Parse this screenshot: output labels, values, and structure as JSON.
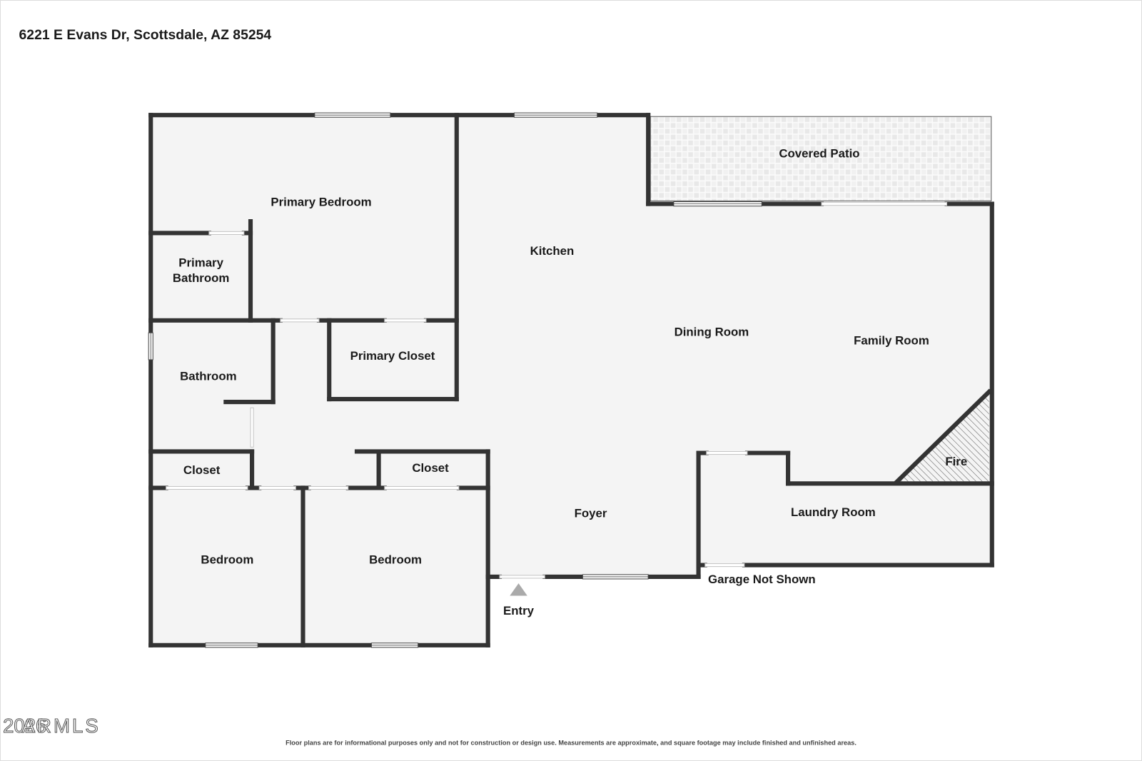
{
  "header": {
    "address": "6221 E Evans Dr, Scottsdale, AZ 85254"
  },
  "rooms": {
    "covered_patio": "Covered Patio",
    "primary_bedroom": "Primary Bedroom",
    "primary_bathroom": [
      "Primary",
      "Bathroom"
    ],
    "kitchen": "Kitchen",
    "dining_room": "Dining Room",
    "family_room": "Family Room",
    "primary_closet": "Primary Closet",
    "bathroom": "Bathroom",
    "closet_left": "Closet",
    "closet_right": "Closet",
    "fire": "Fire",
    "laundry_room": "Laundry Room",
    "foyer": "Foyer",
    "bedroom_left": "Bedroom",
    "bedroom_right": "Bedroom"
  },
  "annotations": {
    "entry": "Entry",
    "garage": "Garage Not Shown"
  },
  "footer": {
    "disclaimer": "Floor plans are for informational purposes only and not for construction or design use. Measurements are approximate, and square footage may include finished and unfinished areas.",
    "watermark": [
      "2026",
      "ARMLS"
    ]
  },
  "icons": {
    "entry_marker": "entry-arrow-icon"
  },
  "colors": {
    "background": "#ffffff",
    "floor": "#f4f4f4",
    "wall": "#333333",
    "window_frame": "#444444",
    "door_frame": "#c4c4c4",
    "entry_marker": "#aaaaaa",
    "text": "#1a1a1a"
  }
}
